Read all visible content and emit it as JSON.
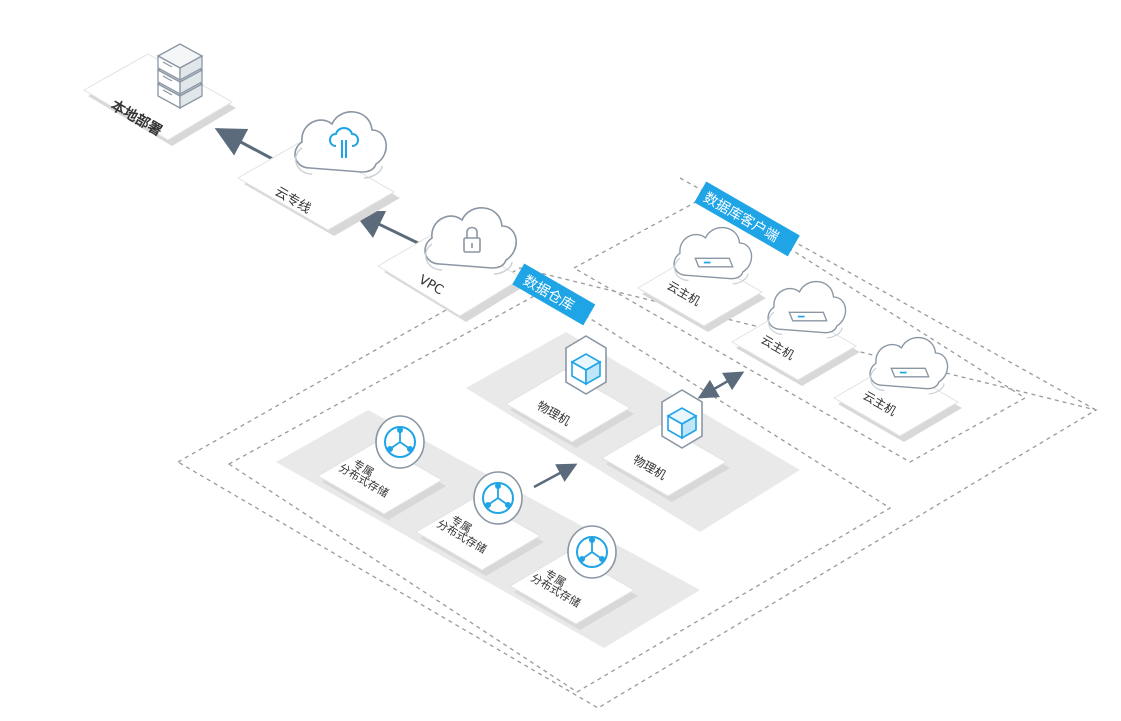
{
  "labels": {
    "local_deploy": "本地部署",
    "direct_connect": "云专线",
    "vpc": "VPC",
    "data_warehouse": "数据仓库",
    "db_client": "数据库客户端",
    "cloud_host": "云主机",
    "physical_machine": "物理机",
    "storage_line1": "专属",
    "storage_line2": "分布式存储"
  },
  "colors": {
    "accent": "#1fa4e6",
    "plate": "#ffffff",
    "plate_shadow": "#d9d9d9",
    "platform": "#e9e9e9",
    "arrow": "#5b6b7c",
    "dashed": "#9a9a9a"
  }
}
